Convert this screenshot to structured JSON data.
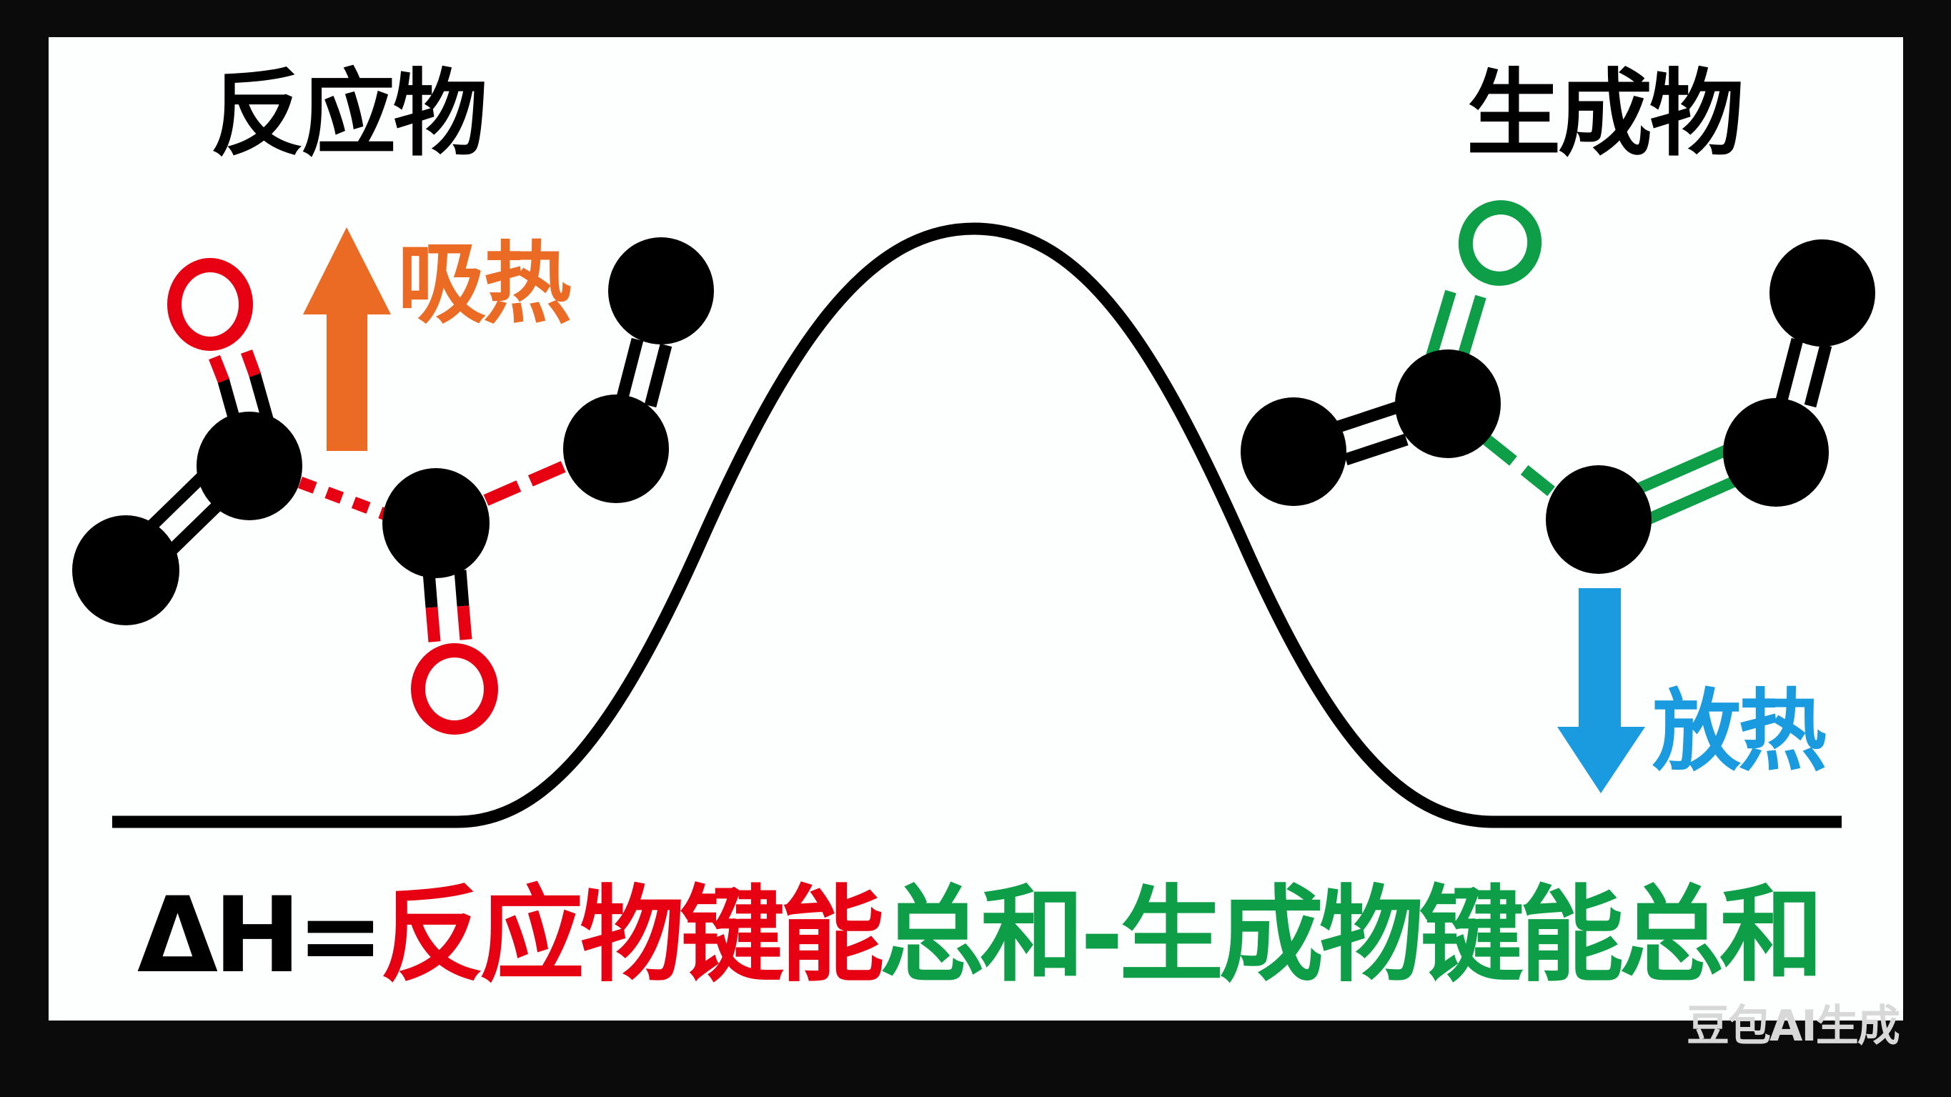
{
  "diagram": {
    "title_reactants": "反应物",
    "title_products": "生成物",
    "heat_absorb_label": "吸热",
    "heat_release_label": "放热",
    "equation": {
      "prefix": "ΔH=",
      "reactant_part": "反应物键能",
      "sum_1": "总和",
      "minus_and_products": "-生成物键能总和"
    },
    "watermark": "豆包AI生成",
    "colors": {
      "background_frame": "#0b0b0b",
      "panel": "#fdfefe",
      "reactant_red": "#e60012",
      "product_green": "#0e9e48",
      "absorb_orange": "#eb6a24",
      "release_blue": "#1a9be0",
      "atom_black": "#000000",
      "watermark_gray": "#d8d8d8"
    },
    "energy_curve": {
      "shape": "single-peak reaction coordinate profile",
      "left_plateau": "reactants level",
      "peak": "transition state",
      "right_plateau": "products level"
    },
    "reactant_molecule": {
      "atoms": [
        {
          "label": "O",
          "color": "red",
          "role": "oxygen-top"
        },
        {
          "label": "C",
          "color": "black",
          "role": "carbon-1"
        },
        {
          "label": "C",
          "color": "black",
          "role": "carbon-left"
        },
        {
          "label": "C",
          "color": "black",
          "role": "carbon-2"
        },
        {
          "label": "O",
          "color": "red",
          "role": "oxygen-bottom"
        },
        {
          "label": "C",
          "color": "black",
          "role": "carbon-3"
        },
        {
          "label": "C",
          "color": "black",
          "role": "carbon-4"
        }
      ],
      "breaking_bonds_style": "red dashed"
    },
    "product_molecule": {
      "atoms": [
        {
          "label": "O",
          "color": "green",
          "role": "oxygen-top"
        },
        {
          "label": "C",
          "color": "black",
          "role": "carbon-1"
        },
        {
          "label": "C",
          "color": "black",
          "role": "carbon-left"
        },
        {
          "label": "C",
          "color": "black",
          "role": "carbon-2"
        },
        {
          "label": "C",
          "color": "black",
          "role": "carbon-3"
        },
        {
          "label": "C",
          "color": "black",
          "role": "carbon-4"
        }
      ],
      "forming_bonds_style": "green solid/dashed"
    }
  }
}
